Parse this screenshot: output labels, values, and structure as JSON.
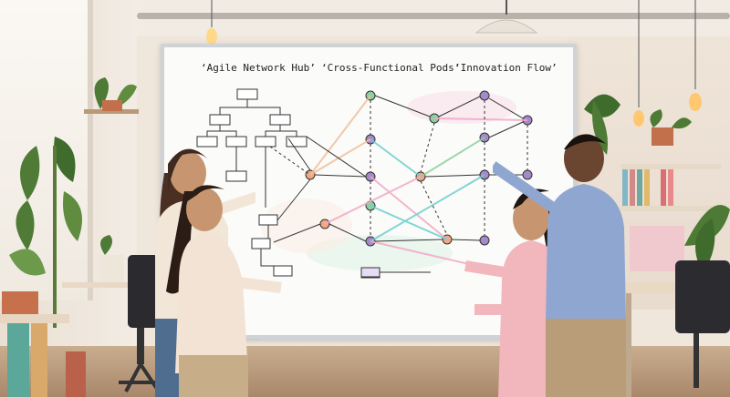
{
  "board": {
    "titles": [
      "‘Agile Network Hub’",
      "‘Cross-Functional Pods’",
      "‘Innovation Flow’"
    ]
  },
  "colors": {
    "board_bg": "#fbfbf9",
    "ink": "#333333",
    "node_purple": "#a58ac9",
    "node_green": "#8ed0a0",
    "node_orange": "#f0a884",
    "link_teal": "#6ccfcf",
    "link_pink": "#f2a8c8",
    "plant": "#4d7a35"
  }
}
